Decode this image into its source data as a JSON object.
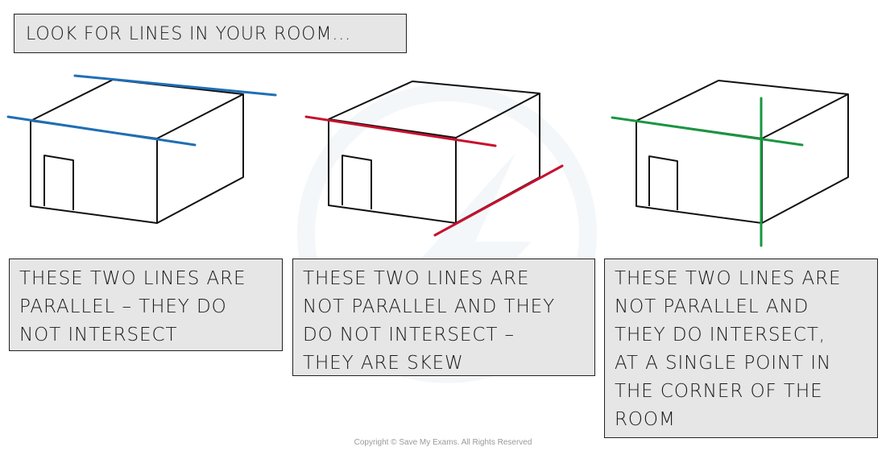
{
  "header": {
    "title": "LOOK FOR LINES IN YOUR ROOM..."
  },
  "panels": [
    {
      "id": "parallel",
      "line_color": "#1f6fb5",
      "caption_lines": [
        "THESE TWO LINES ARE",
        "PARALLEL – THEY DO",
        "NOT INTERSECT"
      ]
    },
    {
      "id": "skew",
      "line_color": "#c8102e",
      "caption_lines": [
        "THESE TWO LINES ARE",
        "NOT PARALLEL AND THEY",
        "DO NOT INTERSECT –",
        "THEY ARE SKEW"
      ]
    },
    {
      "id": "intersecting",
      "line_color": "#1a9641",
      "caption_lines": [
        "THESE TWO LINES ARE",
        "NOT PARALLEL AND",
        "THEY DO INTERSECT,",
        "AT A SINGLE POINT IN",
        "THE CORNER OF THE",
        "ROOM"
      ]
    }
  ],
  "footer": {
    "copyright": "Copyright © Save My Exams. All Rights Reserved"
  },
  "colors": {
    "box_fill": "#e6e6e6",
    "outline": "#111111"
  }
}
